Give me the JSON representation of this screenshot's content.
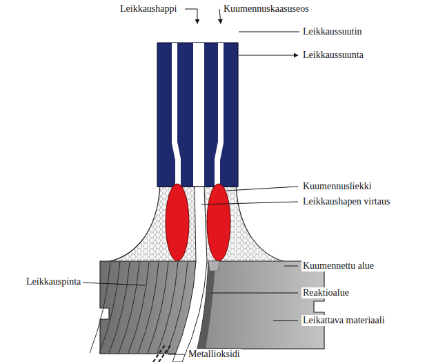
{
  "diagram": {
    "labels": [
      "Leikkaushappi",
      "Kuumennuskaasuseos",
      "Leikkaussuutin",
      "Leikkaussuunta",
      "Kuumennusliekki",
      "Leikkaushapen virtaus",
      "Kuumennettu alue",
      "Leikkauspinta",
      "Reaktioalue",
      "Leikattava materiaali",
      "Metallioksidi"
    ]
  }
}
